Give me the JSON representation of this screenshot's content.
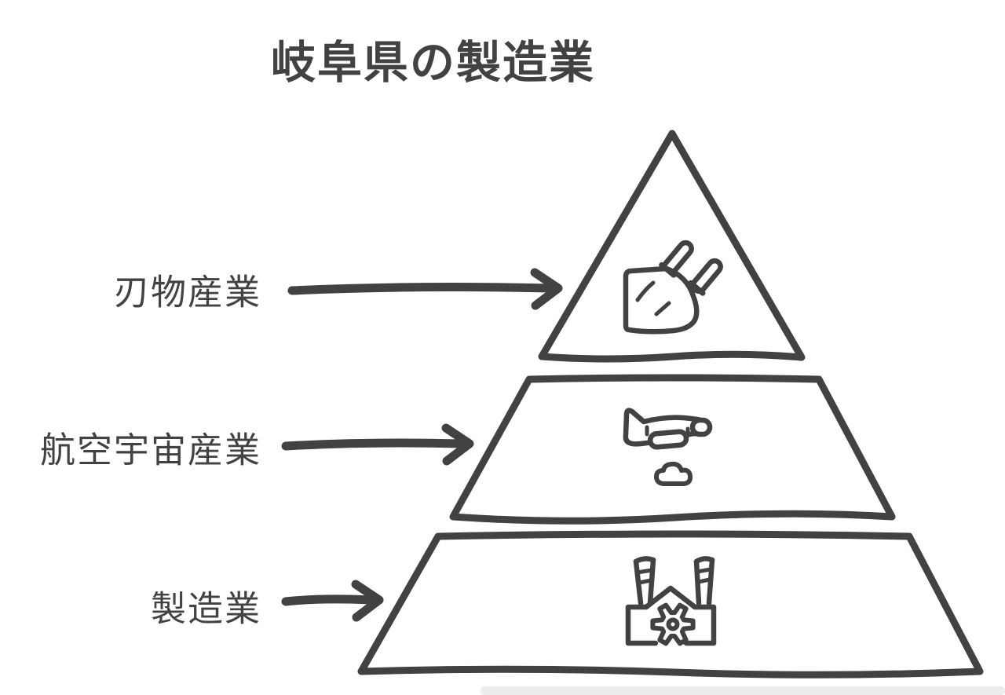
{
  "title": "岐阜県の製造業",
  "colors": {
    "ink": "#424242",
    "background": "#ffffff",
    "shadow": "#ececec"
  },
  "pyramid": {
    "tiers": [
      {
        "label": "刃物産業",
        "icon": "knife-icon",
        "position": "top"
      },
      {
        "label": "航空宇宙産業",
        "icon": "airplane-icon",
        "position": "middle"
      },
      {
        "label": "製造業",
        "icon": "factory-icon",
        "position": "bottom"
      }
    ]
  }
}
